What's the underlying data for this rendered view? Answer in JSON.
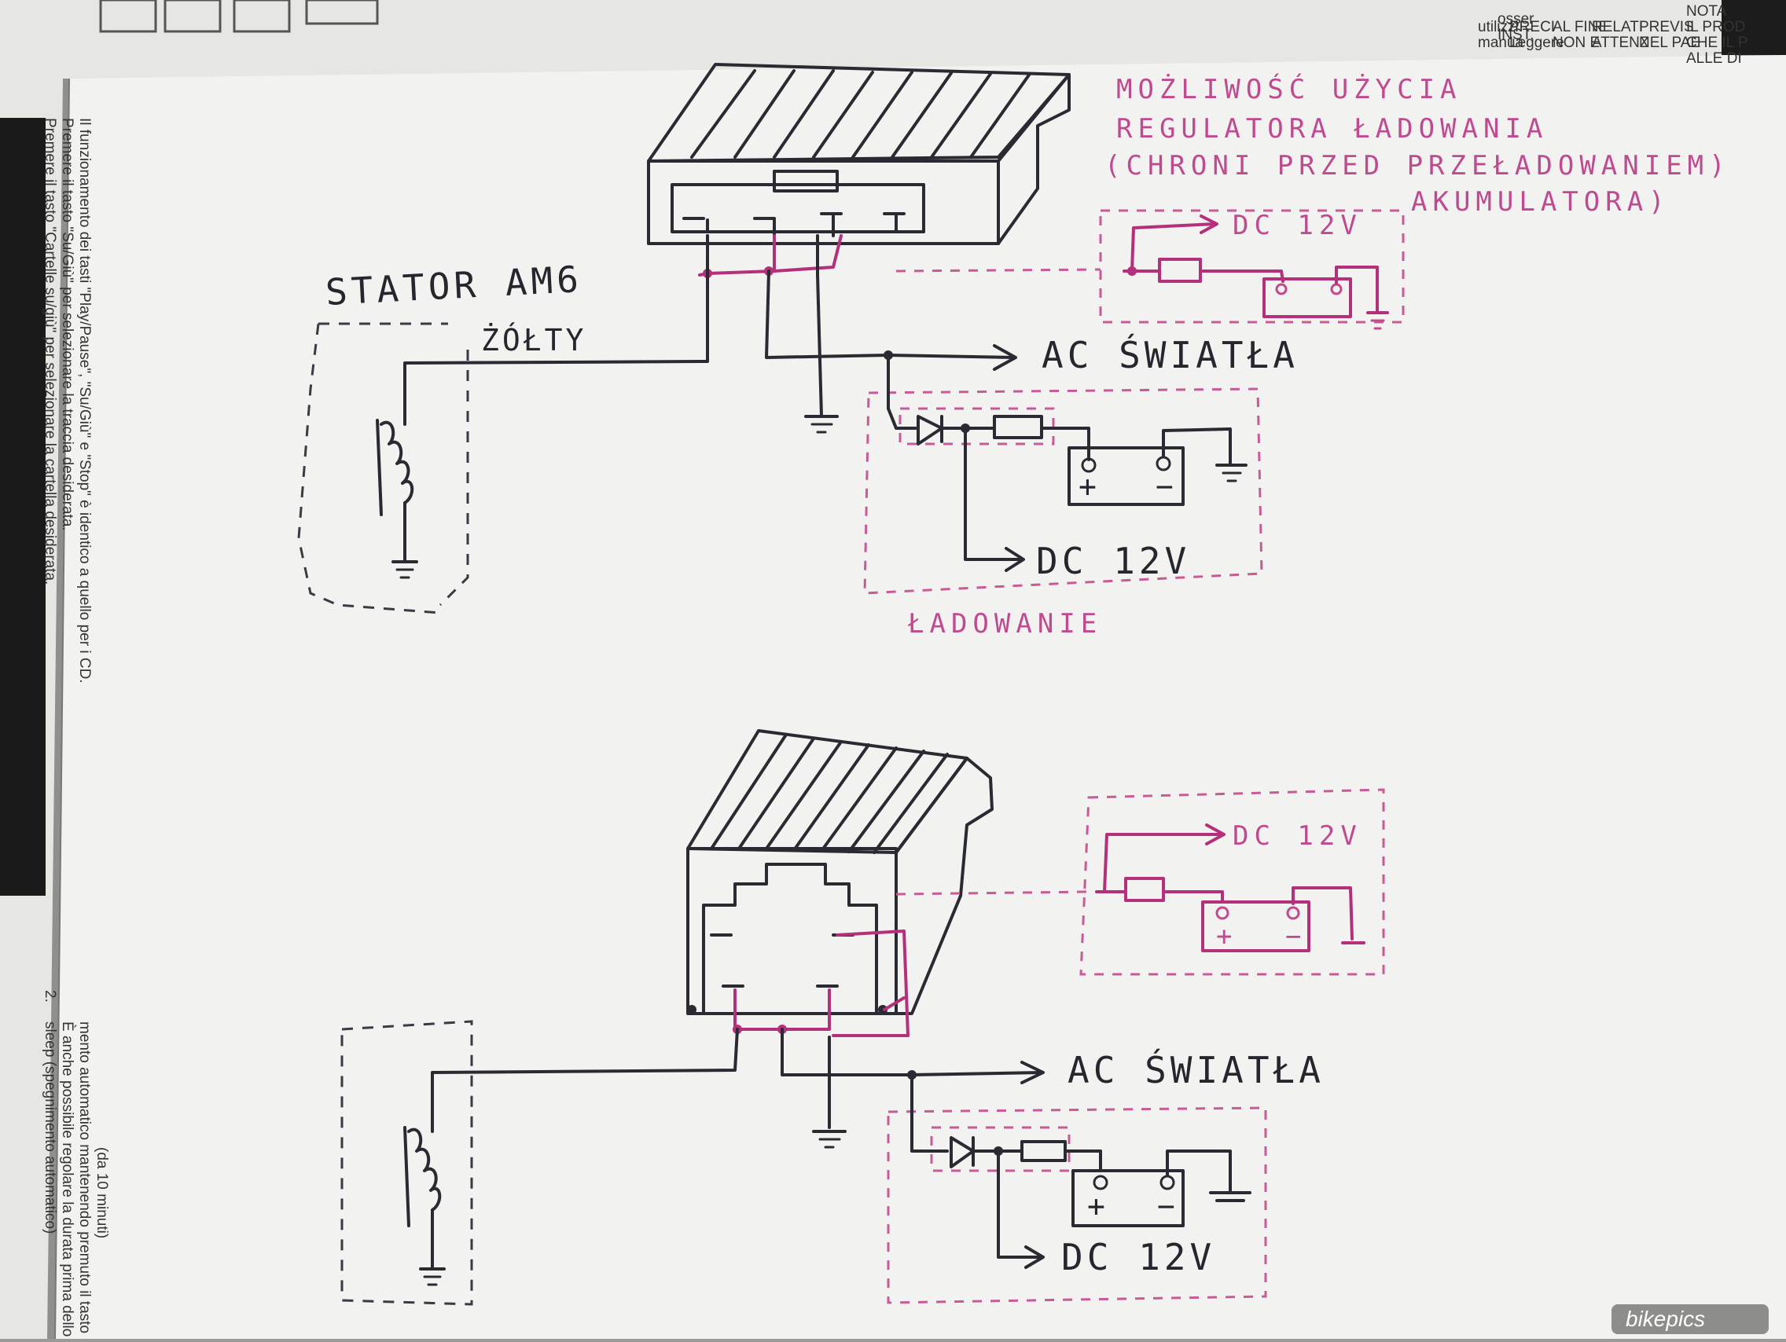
{
  "top_diagram": {
    "stator_label": "STATOR AM6",
    "wire_label": "ŻÓŁTY",
    "ac_output": "AC ŚWIATŁA",
    "dc_output_pink": "DC 12V",
    "dc_output": "DC 12V",
    "charging_label": "ŁADOWANIE",
    "note_lines": [
      "MOŻLIWOŚĆ UŻYCIA",
      "REGULATORA ŁADOWANIA",
      "(CHRONI PRZED PRZEŁADOWANIEM)",
      "AKUMULATORA)"
    ],
    "battery_plus": "+",
    "battery_minus": "−"
  },
  "bottom_diagram": {
    "ac_output": "AC ŚWIATŁA",
    "dc_output_pink": "DC 12V",
    "dc_output": "DC 12V",
    "battery_plus": "+",
    "battery_minus": "−"
  },
  "background_page": {
    "left_margin_lines": [
      "Premere il tasto \"Cartelle su/giù\" per selezionare la cartella desiderata.",
      "Premere il tasto \"Su/Giù\" per selezionare la traccia desiderata.",
      "Il funzionamento dei tasti \"Play/Pause\", \"Su/Giù\" e \"Stop\" è identico a quello per i CD."
    ],
    "left_margin_lower": [
      "2.",
      "sleep (spegnimento automatico)",
      "È anche possibile regolare la durata prima dello",
      "mento automatico mantenendo premuto il tasto",
      "(da 10 minuti)"
    ],
    "right_margin_words": [
      "NOTA",
      "IL PROD",
      "CHE IL P",
      "ALLE DI",
      "PREVIS",
      "NEL PAE",
      "RELATI",
      "ATTENZ",
      "AL FINE",
      "NON E",
      "PRECI",
      "Leggere",
      "utilizzi",
      "manua",
      "osser",
      "INST."
    ]
  },
  "watermark": "bikepics"
}
